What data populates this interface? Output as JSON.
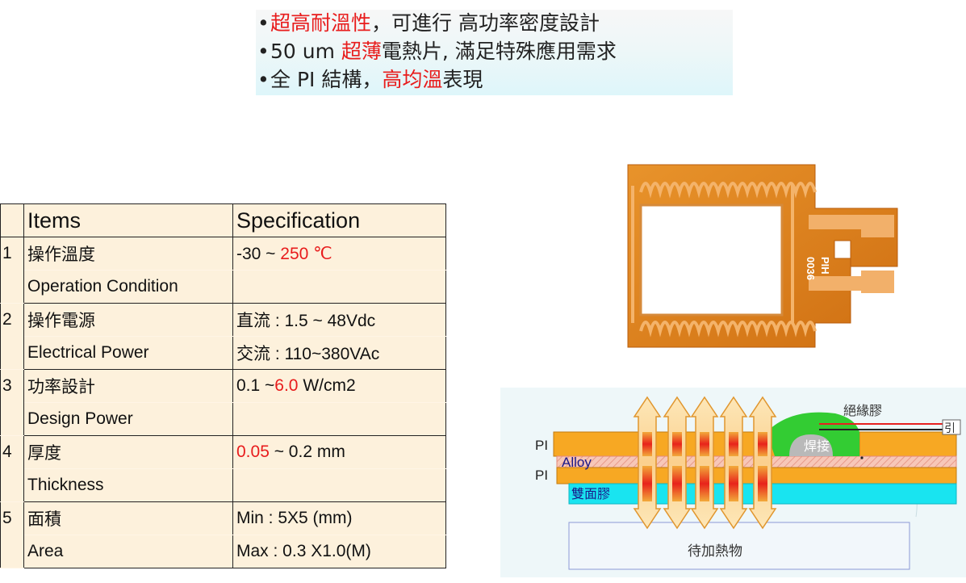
{
  "features": [
    {
      "parts": [
        {
          "t": "超高耐溫性",
          "red": true
        },
        {
          "t": "，可進行 高功率密度設計",
          "red": false
        }
      ]
    },
    {
      "parts": [
        {
          "t": "50 um ",
          "red": false
        },
        {
          "t": "超薄",
          "red": true
        },
        {
          "t": "電熱片, 滿足特殊應用需求",
          "red": false
        }
      ]
    },
    {
      "parts": [
        {
          "t": "全 PI 結構，",
          "red": false
        },
        {
          "t": "高均溫",
          "red": true
        },
        {
          "t": "表現",
          "red": false
        }
      ]
    }
  ],
  "table": {
    "header": {
      "items": "Items",
      "spec": "Specification"
    },
    "rows": [
      {
        "no": "1",
        "zh": "操作溫度",
        "en": "Operation Condition",
        "spec1": [
          {
            "t": "-30  ~ ",
            "red": false
          },
          {
            "t": "250 ℃",
            "red": true
          }
        ],
        "spec2": []
      },
      {
        "no": "2",
        "zh": "操作電源",
        "en": "Electrical Power",
        "spec1": [
          {
            "t": "直流 : 1.5 ~ 48Vdc",
            "red": false
          }
        ],
        "spec2": [
          {
            "t": "交流 : 110~380VAc",
            "red": false
          }
        ]
      },
      {
        "no": "3",
        "zh": "功率設計",
        "en": "Design Power",
        "spec1": [
          {
            "t": "0.1 ~",
            "red": false
          },
          {
            "t": "6.0",
            "red": true
          },
          {
            "t": " W/cm2",
            "red": false
          }
        ],
        "spec2": []
      },
      {
        "no": "4",
        "zh": "厚度",
        "en": "Thickness",
        "spec1": [
          {
            "t": "0.05",
            "red": true
          },
          {
            "t": " ~ 0.2 mm",
            "red": false
          }
        ],
        "spec2": []
      },
      {
        "no": "5",
        "zh": "面積",
        "en": "Area",
        "spec1": [
          {
            "t": "Min : 5X5 (mm)",
            "red": false
          }
        ],
        "spec2": [
          {
            "t": "Max : 0.3 X1.0(M)",
            "red": false
          }
        ]
      }
    ]
  },
  "heater": {
    "label1": "0036",
    "label2": "PIH"
  },
  "diagram": {
    "pi_top": "PI",
    "alloy": "Alloy",
    "pi_bottom": "PI",
    "tape": "雙面膠",
    "insulation": "絕緣膠",
    "solder": "焊接",
    "wire": "引",
    "target": "待加熱物"
  },
  "colors": {
    "accent_red": "#e81c1c",
    "table_bg": "#fdf1dc",
    "pi_orange": "#f7a823",
    "tape_cyan": "#19e4f0"
  }
}
